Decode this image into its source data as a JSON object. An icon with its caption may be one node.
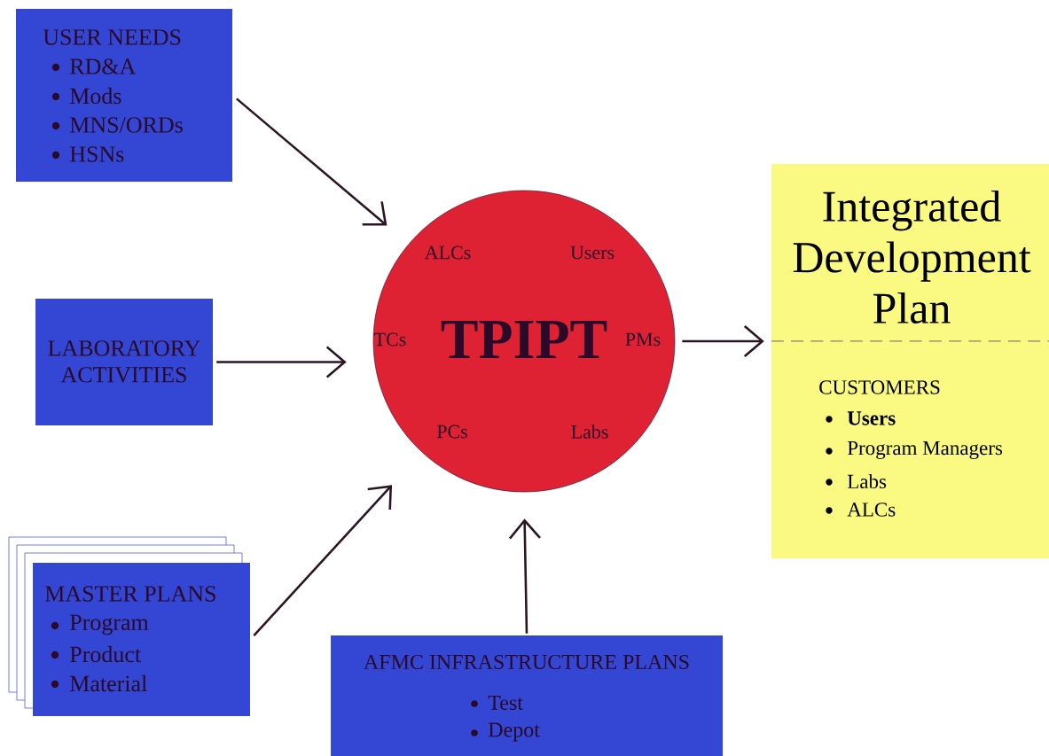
{
  "diagram": {
    "nodes": [
      {
        "text": [
          "USER NEEDS",
          "RD&A",
          "Mods",
          "MNS/ORDs",
          "HSNs"
        ]
      },
      {
        "text": [
          "LABORATORY ACTIVITIES"
        ]
      },
      {
        "text": [
          "MASTER PLANS",
          "Program",
          "Product",
          "Material"
        ]
      },
      {
        "text": [
          "AFMC INFRASTRUCTURE PLANS",
          "Test",
          "Depot"
        ]
      },
      {
        "text": [
          "ALCs",
          "Users",
          "TCs",
          "TPIPT",
          "PMs",
          "PCs",
          "Labs"
        ]
      },
      {
        "text": [
          "Integrated Development Plan",
          "CUSTOMERS",
          "Users",
          "Program Managers",
          "Labs",
          "ALCs"
        ]
      }
    ],
    "edges": [
      {
        "from": 0,
        "to": 4,
        "arrow": "to"
      },
      {
        "from": 1,
        "to": 4,
        "arrow": "to"
      },
      {
        "from": 2,
        "to": 4,
        "arrow": "to"
      },
      {
        "from": 3,
        "to": 4,
        "arrow": "to"
      },
      {
        "from": 4,
        "to": 5,
        "arrow": "to"
      }
    ]
  }
}
